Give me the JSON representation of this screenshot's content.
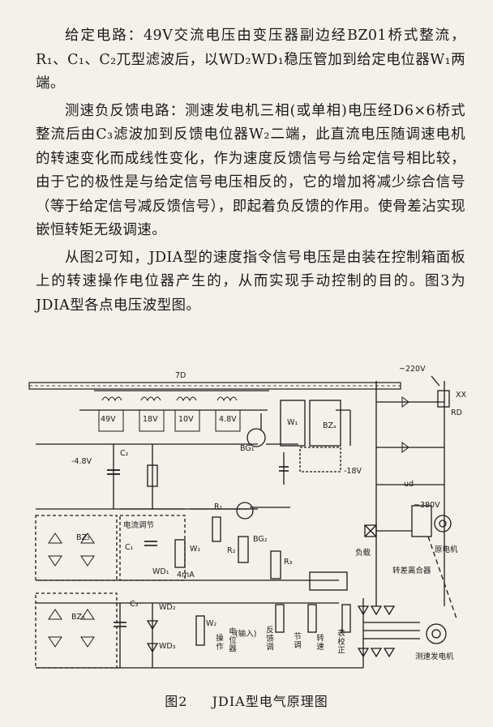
{
  "paragraphs": [
    "给定电路：49V交流电压由变压器副边经BZ01桥式整流，R₁、C₁、C₂兀型滤波后，以WD₂WD₁稳压管加到给定电位器W₁两端。",
    "测速负反馈电路：测速发电机三相(或单相)电压经D6×6桥式整流后由C₃滤波加到反馈电位器W₂二端，此直流电压随调速电机的转速变化而成线性变化，作为速度反馈信号与给定信号相比较，由于它的极性是与给定信号电压相反的，它的增加将减少综合信号（等于给定信号减反馈信号），即起着负反馈的作用。使骨差沾实现嵌恒转矩无级调速。",
    "从图2可知，JDIA型的速度指令信号电压是由装在控制箱面板上的转速操作电位器产生的，从而实现手动控制的目的。图3为JDIA型各点电压波型图。"
  ],
  "caption": {
    "number": "图2",
    "title": "JDIA型电气原理图"
  },
  "figure_labels": {
    "v220": "~220V",
    "v380": "~380V",
    "xx": "XX",
    "rd": "RD",
    "ud": "ud",
    "v49": "49V",
    "v18a": "18V",
    "v10": "10V",
    "v48": "4.8V",
    "v48n": "-4.8V",
    "v18n": "-18V",
    "t7": "7D",
    "bza": "BZₐ",
    "bz2": "BZ₂",
    "bz3": "BZ₃",
    "bg1": "BG₁",
    "bg2": "BG₂",
    "w1": "W₁",
    "w2": "W₂",
    "r1": "R₁",
    "r2": "R₂",
    "r3": "R₃",
    "c1": "C₁",
    "c2": "C₂",
    "c3": "C₃",
    "wd1": "WD₁",
    "wd2": "WD₂",
    "wd3": "WD₃",
    "ma": "4mA",
    "dianliu": "电流调节",
    "load": "负载",
    "motor": "原电机",
    "clutch": "转差离合器",
    "tacho": "测速发电机",
    "input": "(输入)",
    "pot": "电位器",
    "op": "操作",
    "fb": "反馈调",
    "node": "节调",
    "speed": "转速",
    "table": "表校正"
  }
}
